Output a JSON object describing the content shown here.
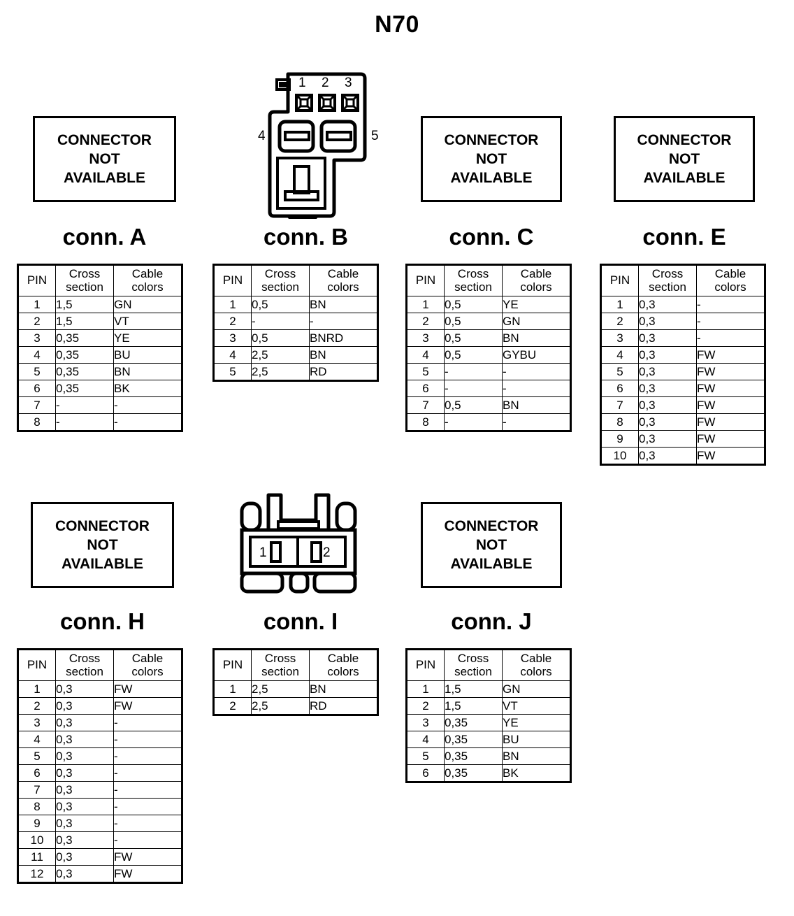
{
  "page": {
    "title": "N70",
    "not_available_lines": [
      "CONNECTOR",
      "NOT",
      "AVAILABLE"
    ]
  },
  "table_headers": {
    "pin": "PIN",
    "cross_section_line1": "Cross",
    "cross_section_line2": "section",
    "cable_colors_line1": "Cable",
    "cable_colors_line2": "colors"
  },
  "connectors": [
    {
      "id": "A",
      "label": "conn. A",
      "drawing": "not-available",
      "rows": [
        {
          "pin": "1",
          "cross_section": "1,5",
          "cable_colors": "GN"
        },
        {
          "pin": "2",
          "cross_section": "1,5",
          "cable_colors": "VT"
        },
        {
          "pin": "3",
          "cross_section": "0,35",
          "cable_colors": "YE"
        },
        {
          "pin": "4",
          "cross_section": "0,35",
          "cable_colors": "BU"
        },
        {
          "pin": "5",
          "cross_section": "0,35",
          "cable_colors": "BN"
        },
        {
          "pin": "6",
          "cross_section": "0,35",
          "cable_colors": "BK"
        },
        {
          "pin": "7",
          "cross_section": "-",
          "cable_colors": "-"
        },
        {
          "pin": "8",
          "cross_section": "-",
          "cable_colors": "-"
        }
      ]
    },
    {
      "id": "B",
      "label": "conn. B",
      "drawing": "connector-b",
      "pin_numbers_top": [
        "1",
        "2",
        "3"
      ],
      "pin_number_left": "4",
      "pin_number_right": "5",
      "rows": [
        {
          "pin": "1",
          "cross_section": "0,5",
          "cable_colors": "BN"
        },
        {
          "pin": "2",
          "cross_section": "-",
          "cable_colors": "-"
        },
        {
          "pin": "3",
          "cross_section": "0,5",
          "cable_colors": "BNRD"
        },
        {
          "pin": "4",
          "cross_section": "2,5",
          "cable_colors": "BN"
        },
        {
          "pin": "5",
          "cross_section": "2,5",
          "cable_colors": "RD"
        }
      ]
    },
    {
      "id": "C",
      "label": "conn. C",
      "drawing": "not-available",
      "rows": [
        {
          "pin": "1",
          "cross_section": "0,5",
          "cable_colors": "YE"
        },
        {
          "pin": "2",
          "cross_section": "0,5",
          "cable_colors": "GN"
        },
        {
          "pin": "3",
          "cross_section": "0,5",
          "cable_colors": "BN"
        },
        {
          "pin": "4",
          "cross_section": "0,5",
          "cable_colors": "GYBU"
        },
        {
          "pin": "5",
          "cross_section": "-",
          "cable_colors": "-"
        },
        {
          "pin": "6",
          "cross_section": "-",
          "cable_colors": "-"
        },
        {
          "pin": "7",
          "cross_section": "0,5",
          "cable_colors": "BN"
        },
        {
          "pin": "8",
          "cross_section": "-",
          "cable_colors": "-"
        }
      ]
    },
    {
      "id": "E",
      "label": "conn. E",
      "drawing": "not-available",
      "rows": [
        {
          "pin": "1",
          "cross_section": "0,3",
          "cable_colors": "-"
        },
        {
          "pin": "2",
          "cross_section": "0,3",
          "cable_colors": "-"
        },
        {
          "pin": "3",
          "cross_section": "0,3",
          "cable_colors": "-"
        },
        {
          "pin": "4",
          "cross_section": "0,3",
          "cable_colors": "FW"
        },
        {
          "pin": "5",
          "cross_section": "0,3",
          "cable_colors": "FW"
        },
        {
          "pin": "6",
          "cross_section": "0,3",
          "cable_colors": "FW"
        },
        {
          "pin": "7",
          "cross_section": "0,3",
          "cable_colors": "FW"
        },
        {
          "pin": "8",
          "cross_section": "0,3",
          "cable_colors": "FW"
        },
        {
          "pin": "9",
          "cross_section": "0,3",
          "cable_colors": "FW"
        },
        {
          "pin": "10",
          "cross_section": "0,3",
          "cable_colors": "FW"
        }
      ]
    },
    {
      "id": "H",
      "label": "conn. H",
      "drawing": "not-available",
      "rows": [
        {
          "pin": "1",
          "cross_section": "0,3",
          "cable_colors": "FW"
        },
        {
          "pin": "2",
          "cross_section": "0,3",
          "cable_colors": "FW"
        },
        {
          "pin": "3",
          "cross_section": "0,3",
          "cable_colors": "-"
        },
        {
          "pin": "4",
          "cross_section": "0,3",
          "cable_colors": "-"
        },
        {
          "pin": "5",
          "cross_section": "0,3",
          "cable_colors": "-"
        },
        {
          "pin": "6",
          "cross_section": "0,3",
          "cable_colors": "-"
        },
        {
          "pin": "7",
          "cross_section": "0,3",
          "cable_colors": "-"
        },
        {
          "pin": "8",
          "cross_section": "0,3",
          "cable_colors": "-"
        },
        {
          "pin": "9",
          "cross_section": "0,3",
          "cable_colors": "-"
        },
        {
          "pin": "10",
          "cross_section": "0,3",
          "cable_colors": "-"
        },
        {
          "pin": "11",
          "cross_section": "0,3",
          "cable_colors": "FW"
        },
        {
          "pin": "12",
          "cross_section": "0,3",
          "cable_colors": "FW"
        }
      ]
    },
    {
      "id": "I",
      "label": "conn. I",
      "drawing": "connector-i",
      "pin_numbers": [
        "1",
        "2"
      ],
      "rows": [
        {
          "pin": "1",
          "cross_section": "2,5",
          "cable_colors": "BN"
        },
        {
          "pin": "2",
          "cross_section": "2,5",
          "cable_colors": "RD"
        }
      ]
    },
    {
      "id": "J",
      "label": "conn. J",
      "drawing": "not-available",
      "rows": [
        {
          "pin": "1",
          "cross_section": "1,5",
          "cable_colors": "GN"
        },
        {
          "pin": "2",
          "cross_section": "1,5",
          "cable_colors": "VT"
        },
        {
          "pin": "3",
          "cross_section": "0,35",
          "cable_colors": "YE"
        },
        {
          "pin": "4",
          "cross_section": "0,35",
          "cable_colors": "BU"
        },
        {
          "pin": "5",
          "cross_section": "0,35",
          "cable_colors": "BN"
        },
        {
          "pin": "6",
          "cross_section": "0,35",
          "cable_colors": "BK"
        }
      ]
    }
  ]
}
